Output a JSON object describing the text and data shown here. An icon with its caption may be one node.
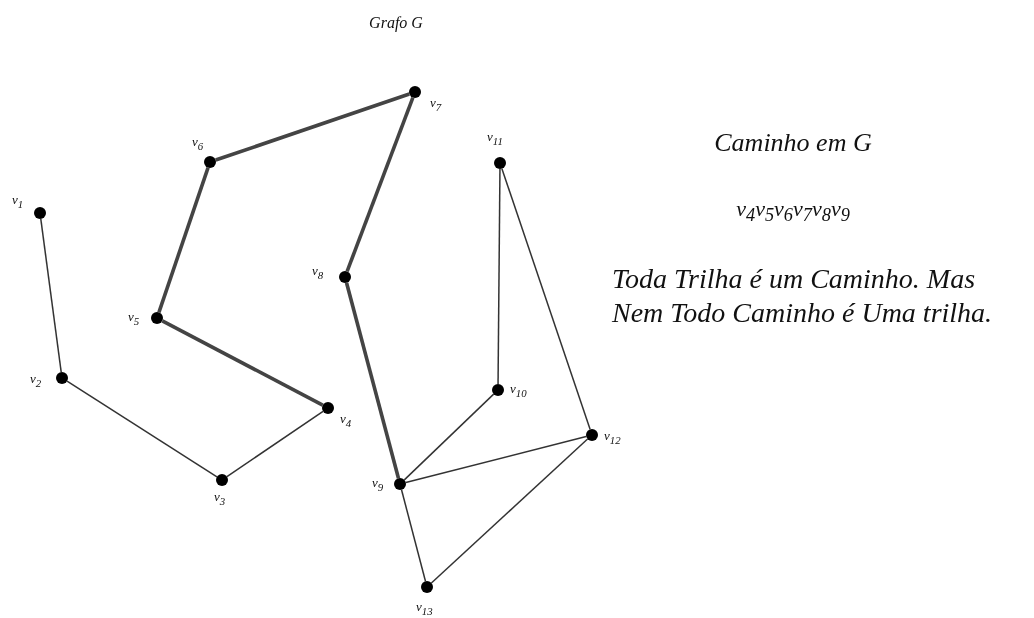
{
  "diagram": {
    "title": "Grafo G",
    "nodes": [
      {
        "text": [],
        "shape": "circle",
        "beside": [
          "v$_{1}$"
        ]
      },
      {
        "text": [],
        "shape": "circle",
        "beside": [
          "v$_{2}$"
        ]
      },
      {
        "text": [],
        "shape": "circle",
        "beside": [
          "v$_{3}$"
        ]
      },
      {
        "text": [],
        "shape": "circle",
        "beside": [
          "v$_{4}$"
        ]
      },
      {
        "text": [],
        "shape": "circle",
        "beside": [
          "v$_{5}$"
        ]
      },
      {
        "text": [],
        "shape": "circle",
        "beside": [
          "v$_{6}$"
        ]
      },
      {
        "text": [],
        "shape": "circle",
        "beside": [
          "v$_{7}$"
        ]
      },
      {
        "text": [],
        "shape": "circle",
        "beside": [
          "v$_{8}$"
        ]
      },
      {
        "text": [],
        "shape": "circle",
        "beside": [
          "v$_{9}$"
        ]
      },
      {
        "text": [],
        "shape": "circle",
        "beside": [
          "v$_{10}$"
        ]
      },
      {
        "text": [],
        "shape": "circle",
        "beside": [
          "v$_{11}$"
        ]
      },
      {
        "text": [],
        "shape": "circle",
        "beside": [
          "v$_{12}$"
        ]
      },
      {
        "text": [],
        "shape": "circle",
        "beside": [
          "v$_{13}$"
        ]
      }
    ],
    "edges": [
      {
        "from": 0,
        "to": 1,
        "arrow": "none"
      },
      {
        "from": 1,
        "to": 2,
        "arrow": "none"
      },
      {
        "from": 2,
        "to": 3,
        "arrow": "none"
      },
      {
        "from": 3,
        "to": 4,
        "arrow": "none",
        "style": "thick"
      },
      {
        "from": 4,
        "to": 5,
        "arrow": "none",
        "style": "thick"
      },
      {
        "from": 5,
        "to": 6,
        "arrow": "none",
        "style": "thick"
      },
      {
        "from": 6,
        "to": 7,
        "arrow": "none",
        "style": "thick"
      },
      {
        "from": 7,
        "to": 8,
        "arrow": "none",
        "style": "thick"
      },
      {
        "from": 8,
        "to": 9,
        "arrow": "none"
      },
      {
        "from": 9,
        "to": 10,
        "arrow": "none"
      },
      {
        "from": 10,
        "to": 11,
        "arrow": "none"
      },
      {
        "from": 11,
        "to": 8,
        "arrow": "none"
      },
      {
        "from": 8,
        "to": 12,
        "arrow": "none"
      },
      {
        "from": 12,
        "to": 11,
        "arrow": "none"
      }
    ],
    "labels": [
      "Caminho em G",
      "v$_{4}$v$_{5}$v$_{6}$v$_{7}$v$_{8}$v$_{9}$",
      "Toda Trilha é um Caminho. Mas Nem Todo Caminho é Uma trilha."
    ]
  }
}
